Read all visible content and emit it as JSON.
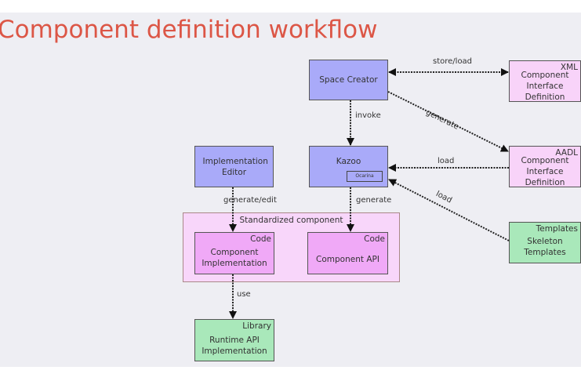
{
  "title": "Component definition workflow",
  "nodes": {
    "space_creator": {
      "label": "Space Creator"
    },
    "kazoo": {
      "label": "Kazoo",
      "sub": "Ocarina"
    },
    "impl_editor": {
      "label": "Implementation Editor"
    },
    "xml_cid": {
      "tag": "XML",
      "label": "Component Interface Definition"
    },
    "aadl_cid": {
      "tag": "AADL",
      "label": "Component Interface Definition"
    },
    "templates": {
      "tag": "Templates",
      "label": "Skeleton Templates"
    },
    "standardized": {
      "label": "Standardized component"
    },
    "comp_impl": {
      "tag": "Code",
      "label": "Component Implementation"
    },
    "comp_api": {
      "tag": "Code",
      "label": "Component API"
    },
    "runtime": {
      "tag": "Library",
      "label": "Runtime API Implementation"
    }
  },
  "edges": {
    "store_load": "store/load",
    "generate_aadl": "generate",
    "invoke": "invoke",
    "load_aadl": "load",
    "load_templates": "load",
    "generate_edit": "generate/edit",
    "generate_api": "generate",
    "use": "use"
  },
  "colors": {
    "title": "#dc5646",
    "tool": "#a9aaf9",
    "definition": "#f8d3f9",
    "code": "#f0a9f7",
    "library": "#a9e8ba"
  }
}
